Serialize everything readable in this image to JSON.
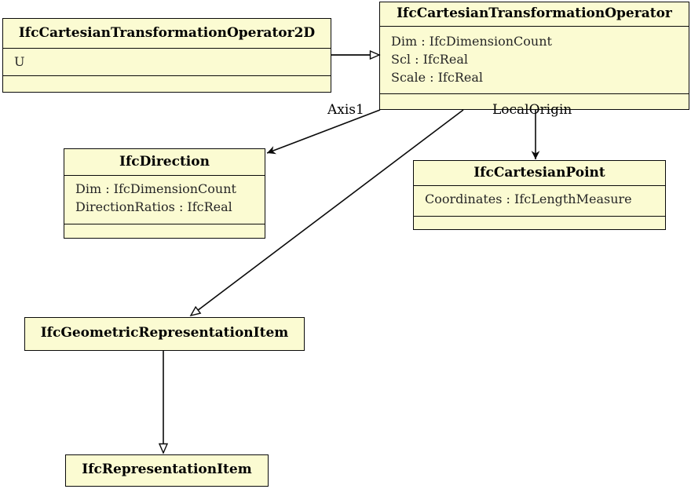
{
  "diagram": {
    "classes": [
      {
        "id": "op2d",
        "title": "IfcCartesianTransformationOperator2D",
        "attributes": [
          "U"
        ]
      },
      {
        "id": "op",
        "title": "IfcCartesianTransformationOperator",
        "attributes": [
          "Dim : IfcDimensionCount",
          "Scl : IfcReal",
          "Scale : IfcReal"
        ]
      },
      {
        "id": "direction",
        "title": "IfcDirection",
        "attributes": [
          "Dim : IfcDimensionCount",
          "DirectionRatios : IfcReal"
        ]
      },
      {
        "id": "point",
        "title": "IfcCartesianPoint",
        "attributes": [
          "Coordinates : IfcLengthMeasure"
        ]
      },
      {
        "id": "geomrepitem",
        "title": "IfcGeometricRepresentationItem",
        "attributes": []
      },
      {
        "id": "repitem",
        "title": "IfcRepresentationItem",
        "attributes": []
      }
    ],
    "edges": [
      {
        "kind": "generalization",
        "from": "IfcCartesianTransformationOperator2D",
        "to": "IfcCartesianTransformationOperator",
        "label": ""
      },
      {
        "kind": "association",
        "from": "IfcCartesianTransformationOperator",
        "to": "IfcDirection",
        "label": "Axis1"
      },
      {
        "kind": "association",
        "from": "IfcCartesianTransformationOperator",
        "to": "IfcCartesianPoint",
        "label": "LocalOrigin"
      },
      {
        "kind": "generalization",
        "from": "IfcCartesianTransformationOperator",
        "to": "IfcGeometricRepresentationItem",
        "label": ""
      },
      {
        "kind": "generalization",
        "from": "IfcGeometricRepresentationItem",
        "to": "IfcRepresentationItem",
        "label": ""
      }
    ],
    "colors": {
      "class_fill": "#FBFBD2",
      "border": "#0A0A0A",
      "title_text": "#000000",
      "attribute_text": "#262626",
      "background": "#FFFFFF"
    }
  }
}
